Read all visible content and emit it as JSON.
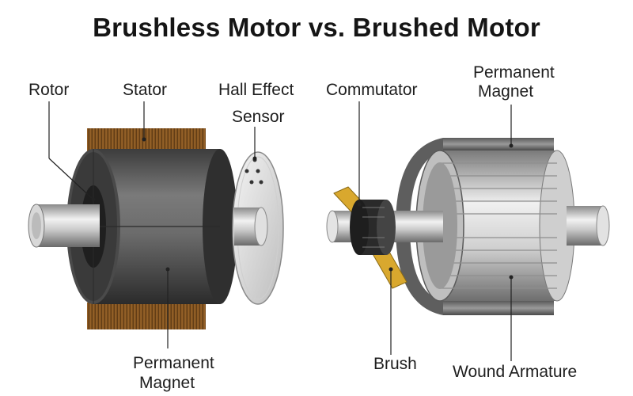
{
  "title": "Brushless Motor vs. Brushed Motor",
  "brushless": {
    "rotor_label": "Rotor",
    "stator_label": "Stator",
    "hall_label_line1": "Hall Effect",
    "hall_label_line2": "Sensor",
    "magnet_label_line1": "Permanent",
    "magnet_label_line2": "Magnet"
  },
  "brushed": {
    "commutator_label": "Commutator",
    "magnet_label_line1": "Permanent",
    "magnet_label_line2": "Magnet",
    "brush_label": "Brush",
    "armature_label": "Wound Armature"
  },
  "colors": {
    "copper": "#8a5a24",
    "brush": "#d9a82e",
    "steel_dark": "#3a3a3a",
    "steel_light": "#dcdcdc"
  }
}
